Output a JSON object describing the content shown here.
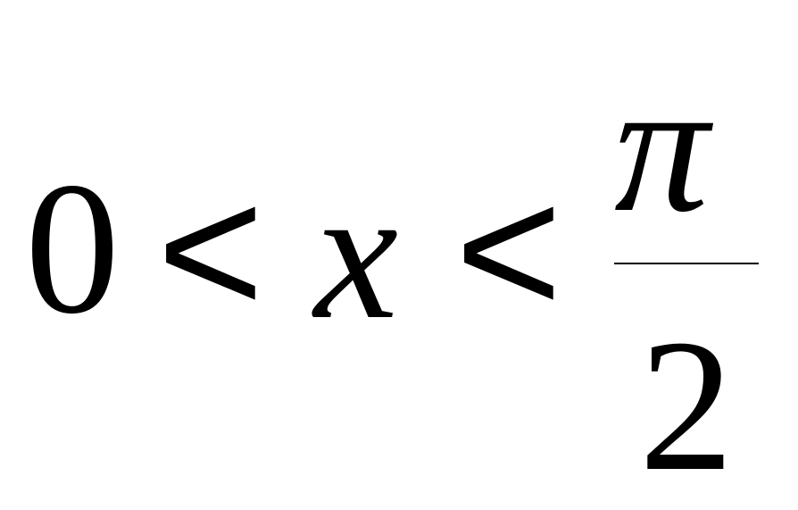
{
  "formula": {
    "lower_bound": "0",
    "relation_left": "<",
    "variable": "x",
    "relation_right": "<",
    "upper_bound": {
      "numerator": "π",
      "denominator": "2"
    }
  }
}
